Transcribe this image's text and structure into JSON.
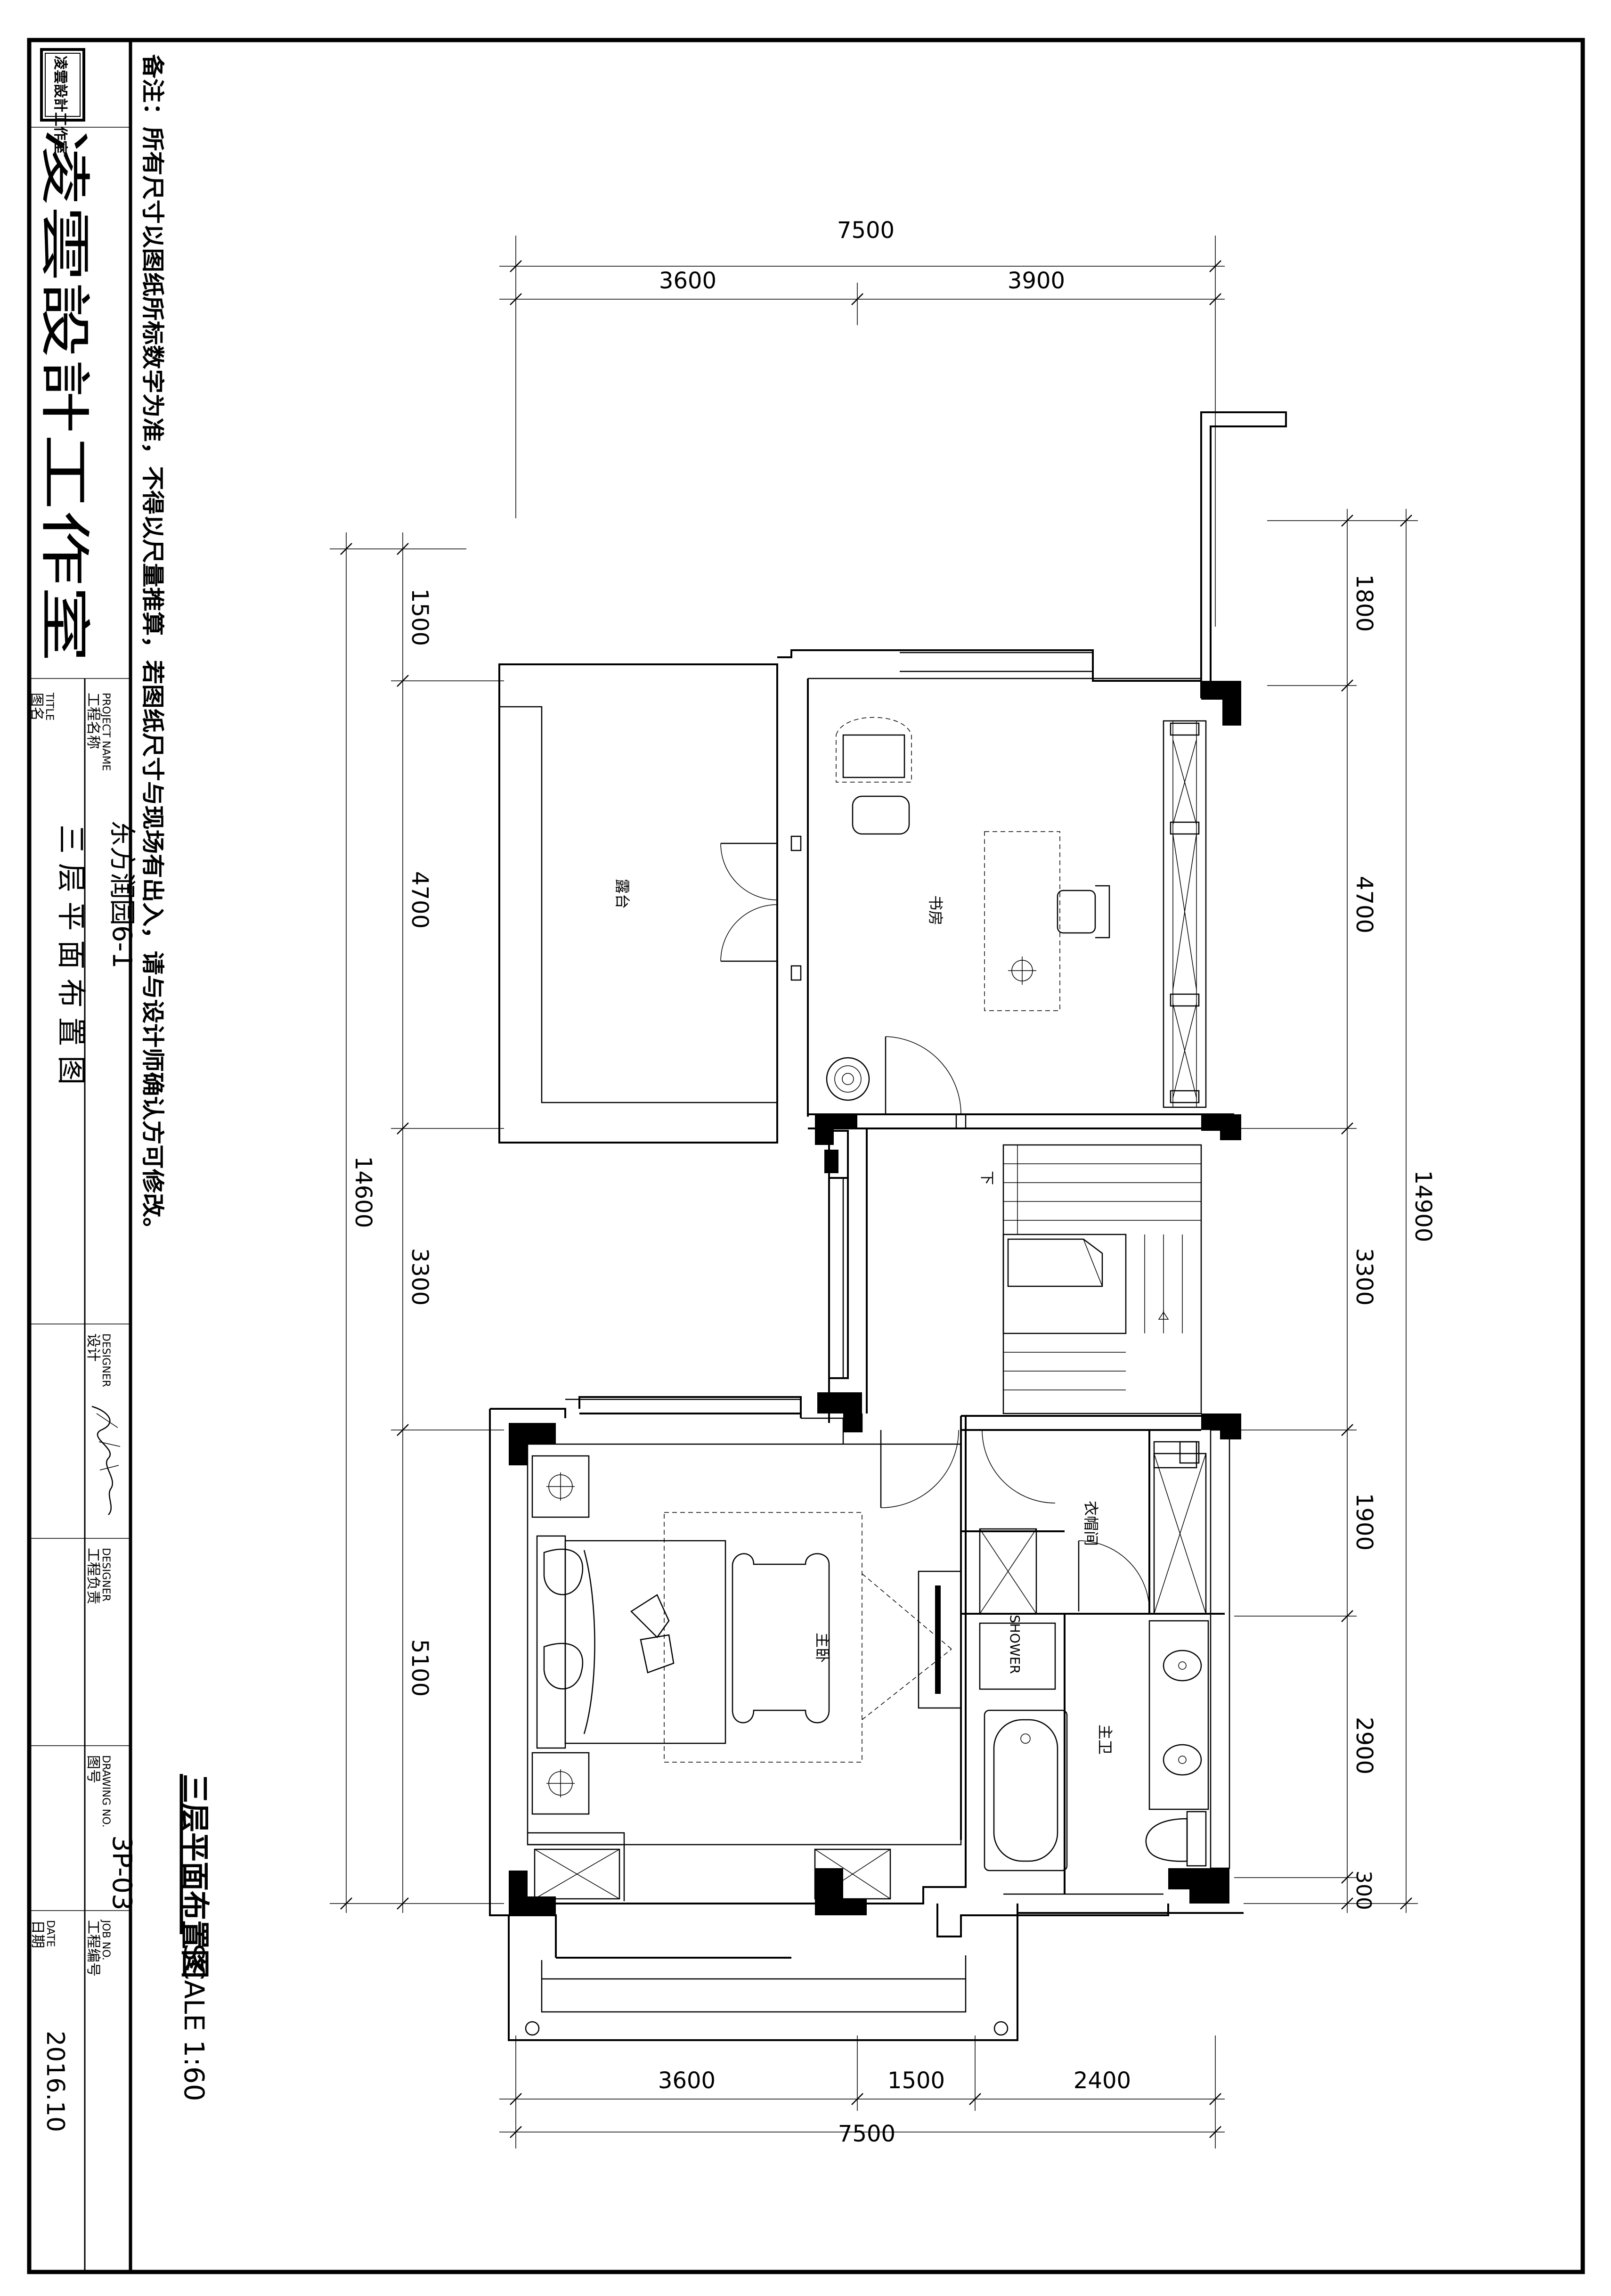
{
  "title_block": {
    "seal": "凌雲設計工作室",
    "studio_name": "凌雲設計工作室",
    "note": "备注：所有尺寸以图纸所标数字为准，不得以尺量推算，若图纸尺寸与现场有出入，请与设计师确认方可修改。",
    "project_name_label_cn": "工程名称",
    "project_name_label_en": "PROJECT NAME",
    "project_name": "东方润园6-1",
    "title_label_cn": "图名",
    "title_label_en": "TITLE",
    "drawing_title": "三 层 平 面 布 置 图",
    "designer_label_cn": "设计",
    "designer_label_en": "DESIGNER",
    "engineer_label_cn": "工程负责",
    "engineer_label_en": "DESIGNER",
    "drawing_no_label_cn": "图号",
    "drawing_no_label_en": "DRAWING NO.",
    "drawing_no": "3P-03",
    "job_no_label_cn": "工程编号",
    "job_no_label_en": "JOB NO.",
    "date_label_cn": "日期",
    "date_label_en": "DATE",
    "date": "2016.10"
  },
  "plan": {
    "caption": "三层平面布置图",
    "scale": "SCALE 1:60",
    "rooms": {
      "terrace": "露台",
      "study": "书房",
      "master_bedroom": "主卧",
      "closet": "衣帽间",
      "master_bath": "主卫",
      "shower": "SHOWER",
      "stair_down": "下"
    },
    "dimensions": {
      "top_total": "7500",
      "top_a": "3600",
      "top_b": "3900",
      "bottom_a": "3600",
      "bottom_b": "1500",
      "bottom_c": "2400",
      "bottom_total": "7500",
      "left_total": "14600",
      "left_a": "1500",
      "left_b": "4700",
      "left_c": "3300",
      "left_d": "5100",
      "right_total": "14900",
      "right_a": "1800",
      "right_b": "4700",
      "right_c": "3300",
      "right_d": "1900",
      "right_e": "2900",
      "right_f": "300"
    }
  }
}
